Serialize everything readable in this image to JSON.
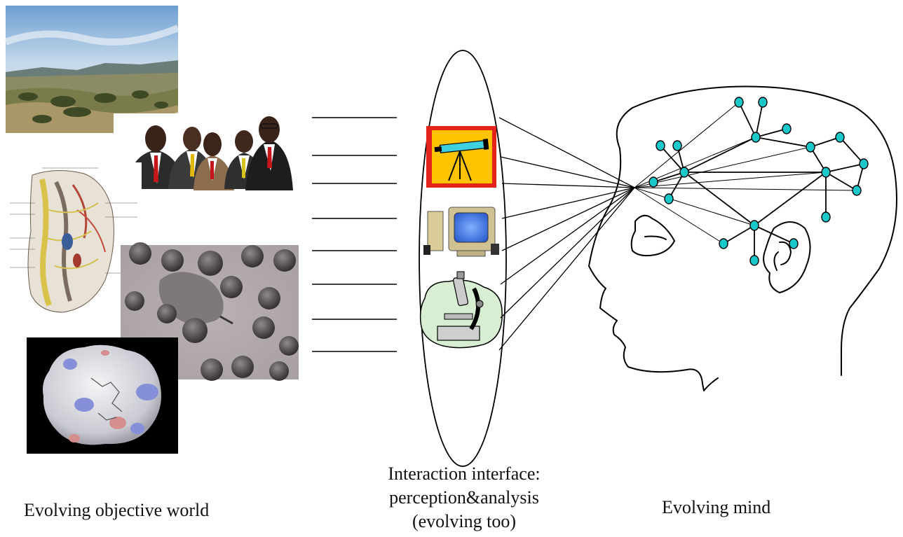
{
  "captions": {
    "world": "Evolving objective world",
    "interface_line1": "Interaction interface:",
    "interface_line2": "perception&analysis",
    "interface_line3": "(evolving too)",
    "mind": "Evolving mind"
  },
  "world_images": [
    {
      "id": "landscape",
      "depicts": "hillside landscape photo"
    },
    {
      "id": "businessmen",
      "depicts": "group of five businessmen clipart"
    },
    {
      "id": "anatomy",
      "depicts": "anatomical nerve illustration"
    },
    {
      "id": "blood-cells",
      "depicts": "microscope image of blood cells"
    },
    {
      "id": "molecule",
      "depicts": "molecular surface rendering"
    }
  ],
  "interface_icons": [
    "telescope-icon",
    "computer-icon",
    "microscope-icon"
  ],
  "colors": {
    "network_node": "#19c9c9",
    "line": "#000000",
    "telescope_bg": "#ffc300",
    "telescope_border": "#e4231c",
    "telescope_tube": "#3fd0e0"
  }
}
